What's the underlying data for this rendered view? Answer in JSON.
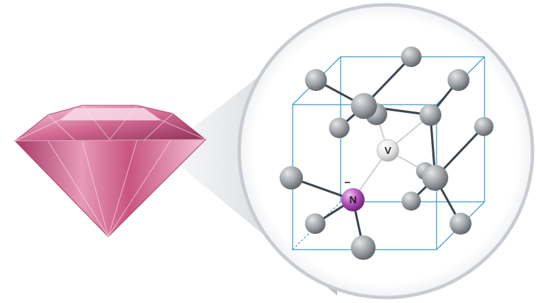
{
  "labels": {
    "vacancy": "V",
    "nitrogen": "N",
    "charge": "–"
  },
  "colors": {
    "diamond": "#c8557f",
    "diamond_light": "#f4c6d8",
    "diamond_dark": "#8e2f55",
    "magnifier_ring": "#c9cdd2",
    "cell_edge": "#3a9fcf",
    "bond": "#3c4650",
    "carbon_atom": "#9ea2a6",
    "vacancy_atom": "#e6e6e6",
    "nitrogen_atom": "#b04cb8"
  },
  "icons": [
    "pink-diamond-gem",
    "magnifier-lens"
  ]
}
